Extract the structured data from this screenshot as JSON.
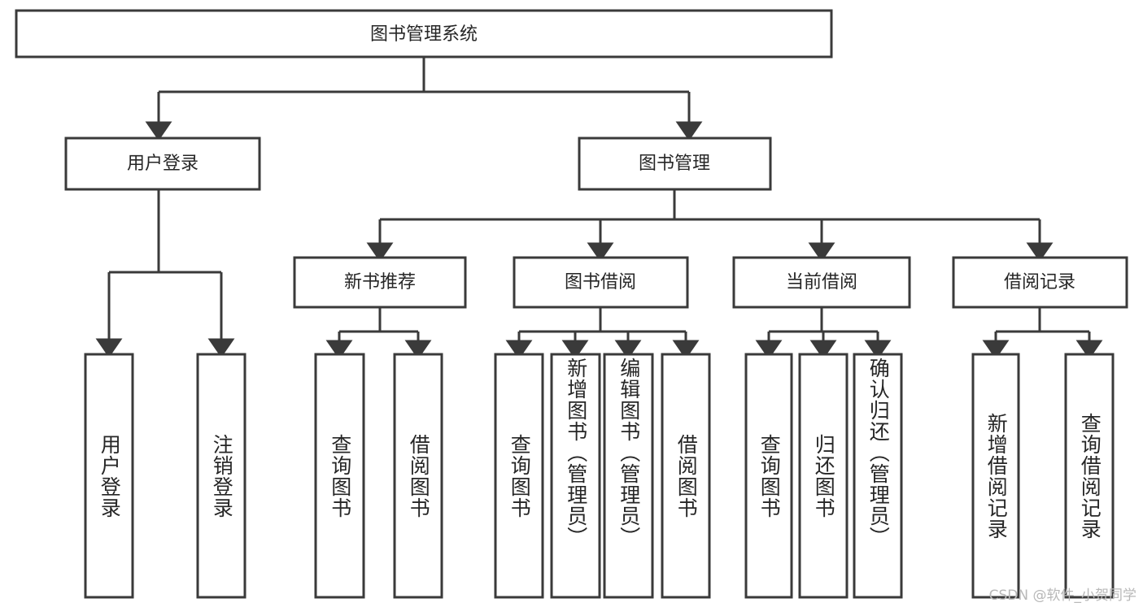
{
  "diagram": {
    "type": "tree",
    "title": "图书管理系统",
    "root": {
      "label": "图书管理系统"
    },
    "level2": [
      {
        "label": "用户登录"
      },
      {
        "label": "图书管理"
      }
    ],
    "level3": [
      {
        "label": "新书推荐"
      },
      {
        "label": "图书借阅"
      },
      {
        "label": "当前借阅"
      },
      {
        "label": "借阅记录"
      }
    ],
    "leaves": {
      "user_login": [
        {
          "label": "用户登录"
        },
        {
          "label": "注销登录"
        }
      ],
      "new_book_recommend": [
        {
          "label": "查询图书"
        },
        {
          "label": "借阅图书"
        }
      ],
      "book_borrow": [
        {
          "label": "查询图书"
        },
        {
          "label": "新增图书（管理员）"
        },
        {
          "label": "编辑图书（管理员）"
        },
        {
          "label": "借阅图书"
        }
      ],
      "current_borrow": [
        {
          "label": "查询图书"
        },
        {
          "label": "归还图书"
        },
        {
          "label": "确认归还（管理员）"
        }
      ],
      "borrow_record": [
        {
          "label": "新增借阅记录"
        },
        {
          "label": "查询借阅记录"
        }
      ]
    }
  },
  "watermark": {
    "text": "CSDN @软件_小贺同学"
  },
  "colors": {
    "stroke": "#3a3a3a",
    "box_fill": "#ffffff",
    "text": "#262626",
    "watermark": "#b8b8b8",
    "background": "#ffffff"
  }
}
